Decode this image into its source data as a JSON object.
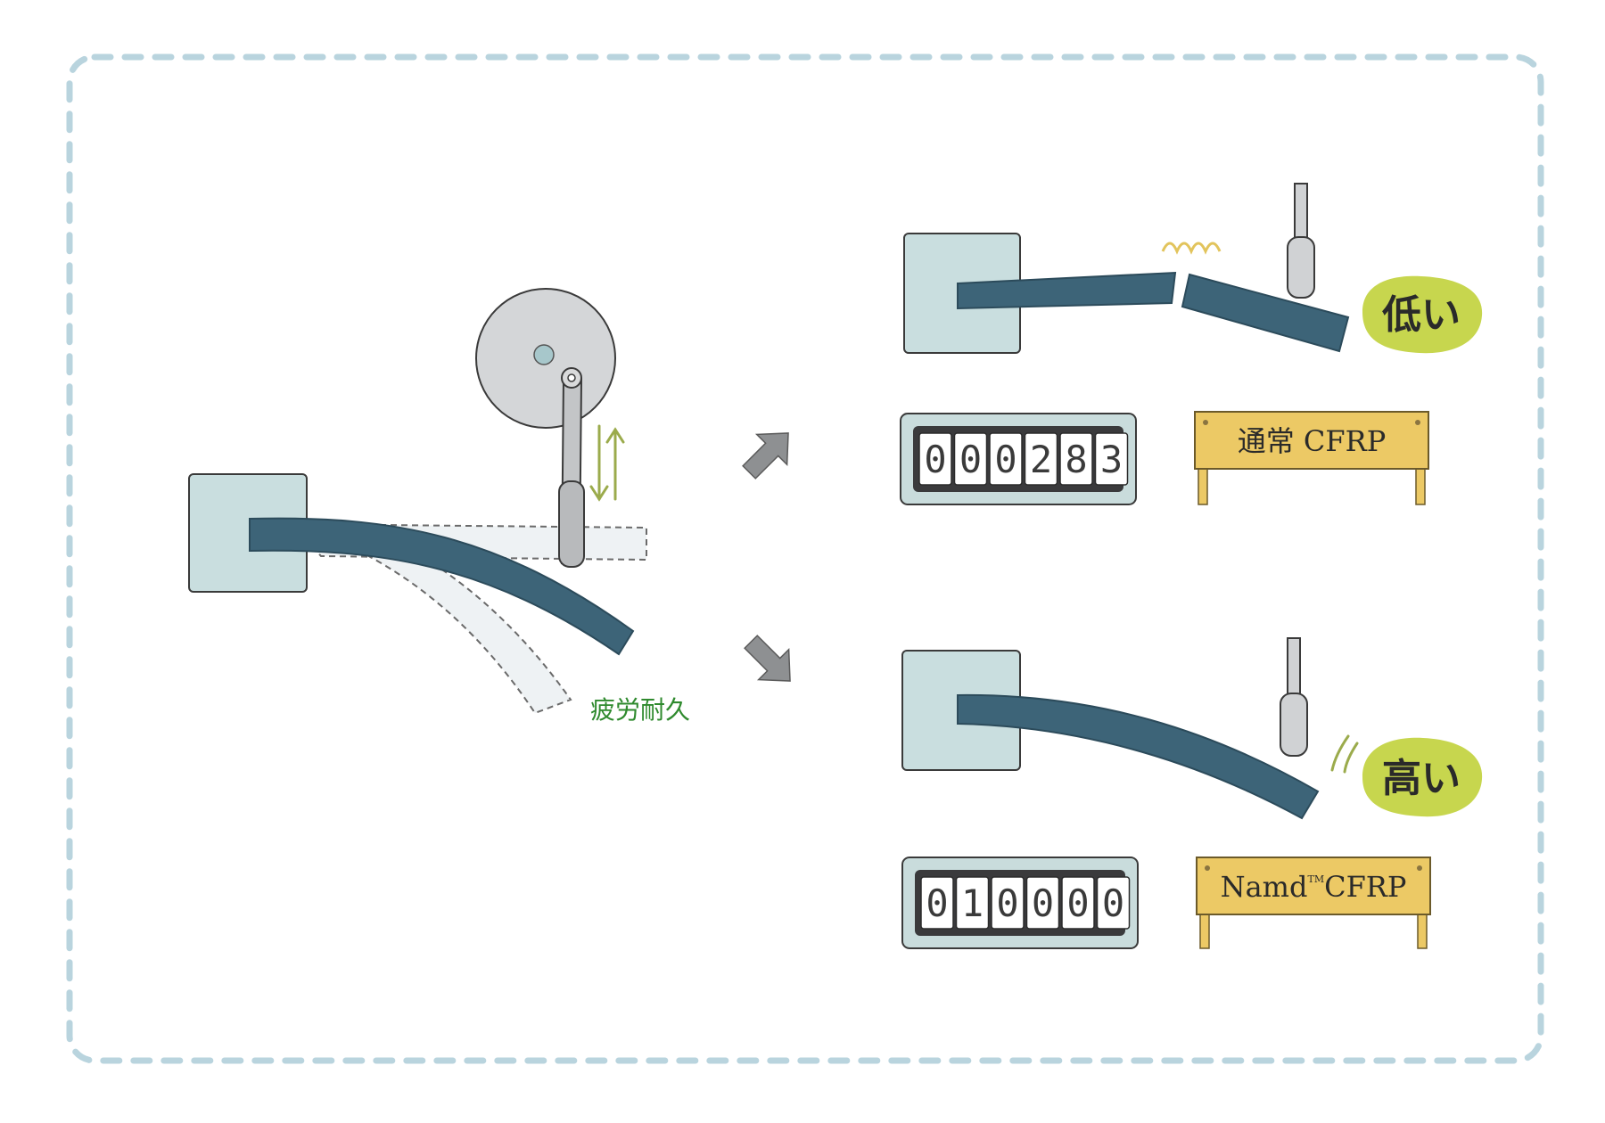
{
  "fatigue_label": "疲労耐久",
  "normal": {
    "counter_digits": [
      "0",
      "0",
      "0",
      "2",
      "8",
      "3"
    ],
    "plate": "通常 CFRP",
    "rating": "低い"
  },
  "namd": {
    "counter_digits": [
      "0",
      "1",
      "0",
      "0",
      "0",
      "0"
    ],
    "plate_name": "Namd",
    "plate_tm": "TM",
    "plate_suffix": "CFRP",
    "rating": "高い"
  },
  "colors": {
    "block": "#c9dedf",
    "beam": "#3d6478",
    "beam_dark": "#2c4b5b",
    "outline": "#3a3a3a",
    "border_dots": "#b9d4de",
    "wheel": "#d4d6d8",
    "arrow_gray": "#8e9092",
    "arrow_green": "#9bab4c",
    "label_green": "#2f8a2e",
    "badge": "#c7d64e",
    "plate": "#ecc965",
    "counter_body": "#c9dcdc",
    "counter_screen": "#3a3a3c"
  }
}
